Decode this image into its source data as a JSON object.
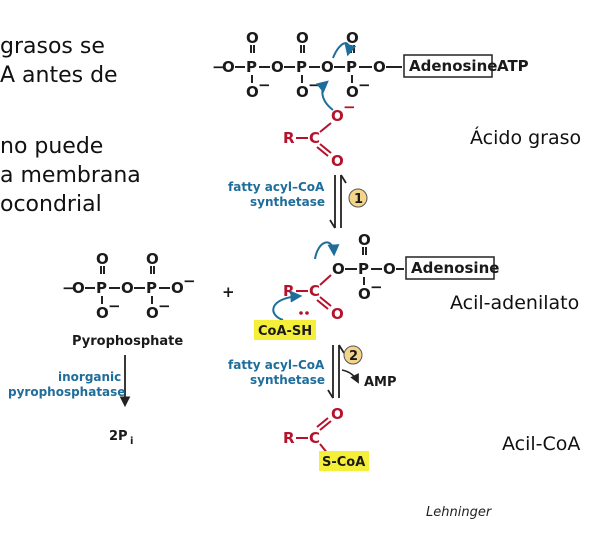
{
  "slide_text": {
    "line1": "grasos se",
    "line2": "A antes de",
    "line3": "no puede",
    "line4": "a membrana",
    "line5": "ocondrial"
  },
  "labels": {
    "acido_graso": "Ácido graso",
    "acil_adenilato": "Acil-adenilato",
    "acil_coa": "Acil-CoA",
    "credit": "Lehninger"
  },
  "scheme": {
    "adenosine": "Adenosine",
    "atp": "ATP",
    "enzyme_line1": "fatty acyl–CoA",
    "enzyme_line2": "synthetase",
    "step1": "1",
    "step2": "2",
    "pyrophosphate": "Pyrophosphate",
    "pyrophosphatase_line1": "inorganic",
    "pyrophosphatase_line2": "pyrophosphatase",
    "product_2pi": "2P",
    "product_2pi_sub": "i",
    "plus": "+",
    "coa_sh": "CoA-SH",
    "amp": "AMP",
    "s_coa": "S-CoA",
    "atom_P": "P",
    "atom_O": "O",
    "atom_R": "R",
    "atom_C": "C",
    "minus": "−"
  },
  "colors": {
    "acyl_red": "#b5122b",
    "enzyme_blue": "#1f6d9a",
    "highlight_yellow": "#f5ef3a",
    "step_circle": "#f3d58a"
  }
}
